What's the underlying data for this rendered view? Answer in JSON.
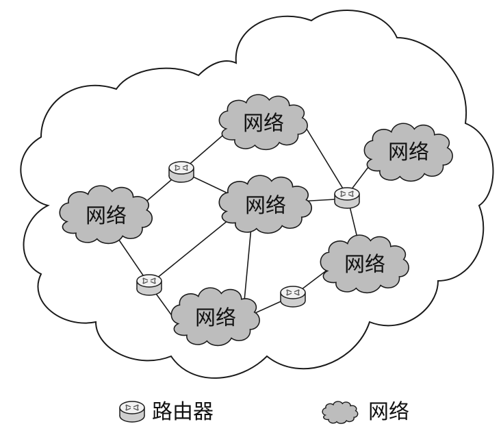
{
  "diagram": {
    "network_label": "网络",
    "colors": {
      "outline": "#1a1a1a",
      "cloud_fill": "#bdbdbd",
      "router_top": "#f2f2f2",
      "router_side": "#cfcfcf",
      "background": "#ffffff"
    },
    "networks": [
      {
        "id": "net-top",
        "label": "网络"
      },
      {
        "id": "net-center",
        "label": "网络"
      },
      {
        "id": "net-left",
        "label": "网络"
      },
      {
        "id": "net-right-top",
        "label": "网络"
      },
      {
        "id": "net-right-bottom",
        "label": "网络"
      },
      {
        "id": "net-bottom",
        "label": "网络"
      }
    ],
    "routers": [
      {
        "id": "router-a"
      },
      {
        "id": "router-b"
      },
      {
        "id": "router-c"
      },
      {
        "id": "router-d"
      }
    ],
    "links": [
      [
        "net-top",
        "router-a"
      ],
      [
        "router-a",
        "net-left"
      ],
      [
        "router-a",
        "net-center"
      ],
      [
        "net-center",
        "router-b"
      ],
      [
        "net-top",
        "router-b"
      ],
      [
        "router-b",
        "net-right-top"
      ],
      [
        "router-b",
        "net-right-bottom"
      ],
      [
        "net-left",
        "router-c"
      ],
      [
        "router-c",
        "net-center"
      ],
      [
        "router-c",
        "net-bottom"
      ],
      [
        "net-center",
        "net-bottom"
      ],
      [
        "net-bottom",
        "router-d"
      ],
      [
        "router-d",
        "net-right-bottom"
      ]
    ]
  },
  "legend": {
    "router_label": "路由器",
    "network_label": "网络"
  }
}
